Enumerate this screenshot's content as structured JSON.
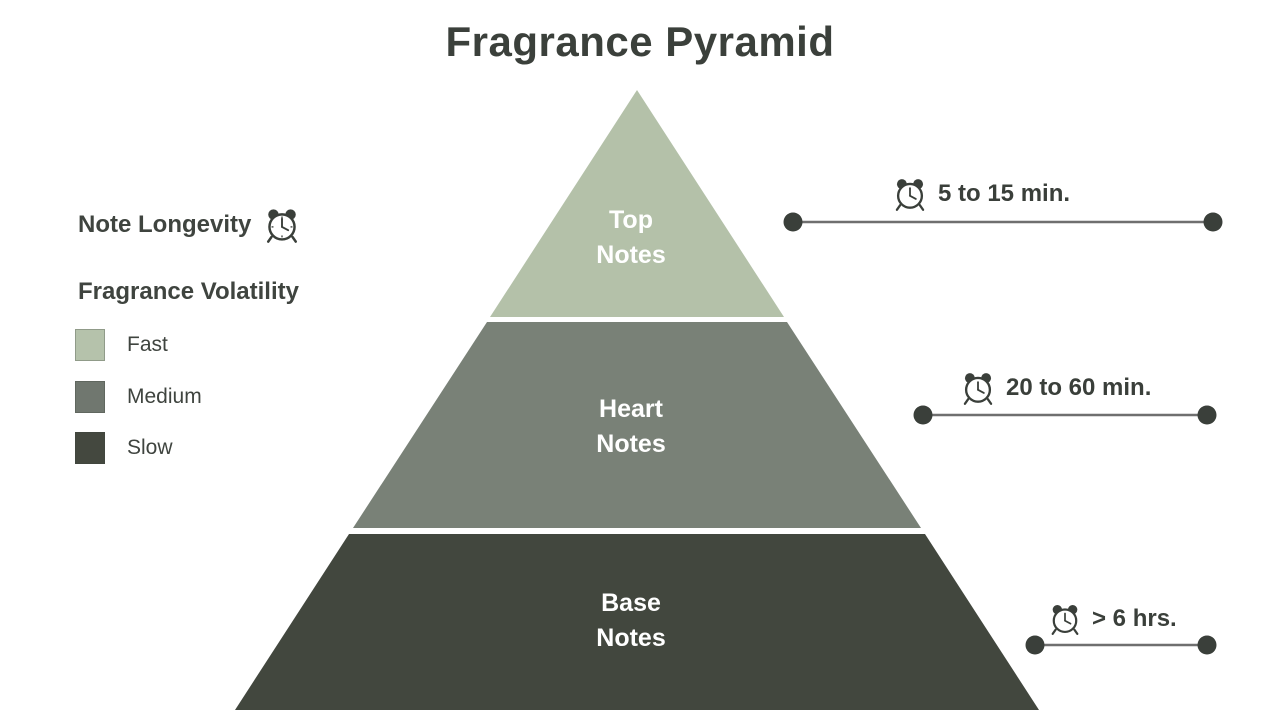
{
  "title": "Fragrance Pyramid",
  "left_panel": {
    "note_longevity_label": "Note Longevity",
    "volatility_label": "Fragrance Volatility",
    "legend": [
      {
        "label": "Fast",
        "color": "#b5c2ab"
      },
      {
        "label": "Medium",
        "color": "#70776f"
      },
      {
        "label": "Slow",
        "color": "#44483f"
      }
    ]
  },
  "pyramid": {
    "levels": [
      {
        "name": "Top Notes",
        "word1": "Top",
        "word2": "Notes",
        "color": "#b4c1a9",
        "longevity": "5 to 15 min."
      },
      {
        "name": "Heart Notes",
        "word1": "Heart",
        "word2": "Notes",
        "color": "#798177",
        "longevity": "20 to 60 min."
      },
      {
        "name": "Base Notes",
        "word1": "Base",
        "word2": "Notes",
        "color": "#42473e",
        "longevity": "> 6 hrs."
      }
    ]
  },
  "icons": {
    "clock": "alarm-clock-icon"
  },
  "colors": {
    "background": "#ffffff",
    "heading_text": "#3b403b",
    "body_text": "#3f443f",
    "level_label_text": "#ffffff",
    "connector_line": "#6f6f6f",
    "connector_dot": "#3a3f3a"
  }
}
